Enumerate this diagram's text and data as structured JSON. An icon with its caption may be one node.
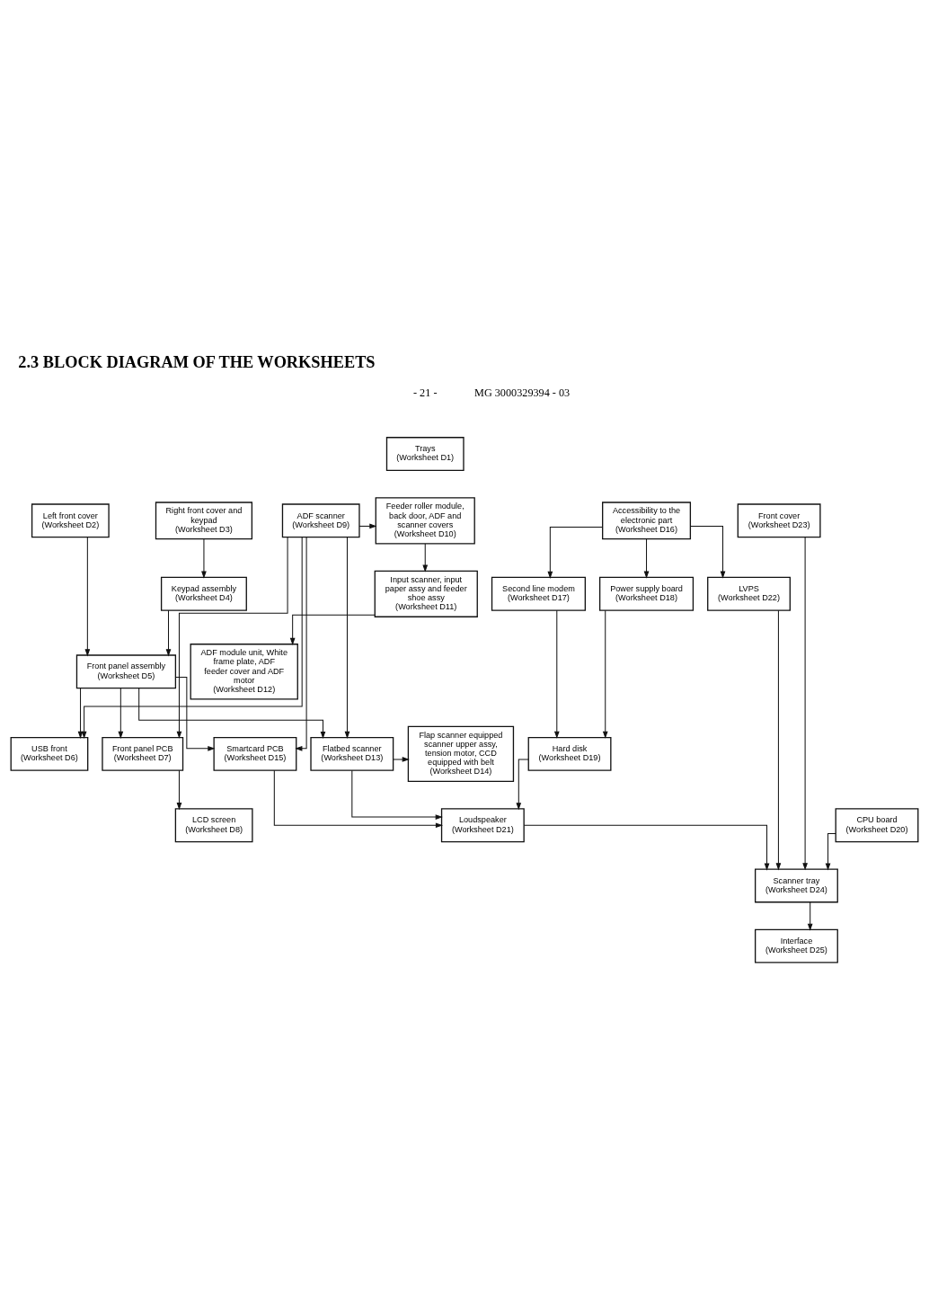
{
  "diagram": {
    "title": "2.3 BLOCK DIAGRAM OF THE WORKSHEETS",
    "nodes": [
      {
        "text": [
          "Trays",
          "(Worksheet D1)"
        ]
      },
      {
        "text": [
          "Left front cover",
          "(Worksheet D2)"
        ]
      },
      {
        "text": [
          "Right front cover and keypad",
          "(Worksheet D3)"
        ]
      },
      {
        "text": [
          "ADF scanner",
          "(Worksheet D9)"
        ]
      },
      {
        "text": [
          "Feeder roller module, back door, ADF and scanner covers",
          "(Worksheet D10)"
        ]
      },
      {
        "text": [
          "Accessibility to the electronic part",
          "(Worksheet D16)"
        ]
      },
      {
        "text": [
          "Front cover",
          "(Worksheet D23)"
        ]
      },
      {
        "text": [
          "Keypad assembly",
          "(Worksheet D4)"
        ]
      },
      {
        "text": [
          "Input scanner, input paper assy and feeder shoe assy",
          "(Worksheet D11)"
        ]
      },
      {
        "text": [
          "Second line modem",
          "(Worksheet D17)"
        ]
      },
      {
        "text": [
          "Power supply board",
          "(Worksheet D18)"
        ]
      },
      {
        "text": [
          "LVPS",
          "(Worksheet D22)"
        ]
      },
      {
        "text": [
          "Front panel assembly",
          "(Worksheet D5)"
        ]
      },
      {
        "text": [
          "ADF module unit, White frame plate, ADF feeder cover and ADF motor",
          "(Worksheet D12)"
        ]
      },
      {
        "text": [
          "USB front",
          "(Worksheet D6)"
        ]
      },
      {
        "text": [
          "Front panel PCB",
          "(Worksheet D7)"
        ]
      },
      {
        "text": [
          "Smartcard PCB",
          "(Worksheet D15)"
        ]
      },
      {
        "text": [
          "Flatbed scanner",
          "(Worksheet D13)"
        ]
      },
      {
        "text": [
          "Flap scanner equipped scanner upper assy, tension motor, CCD equipped with belt",
          "(Worksheet D14)"
        ]
      },
      {
        "text": [
          "Hard disk",
          "(Worksheet D19)"
        ]
      },
      {
        "text": [
          "LCD screen",
          "(Worksheet D8)"
        ]
      },
      {
        "text": [
          "Loudspeaker",
          "(Worksheet D21)"
        ]
      },
      {
        "text": [
          "CPU board",
          "(Worksheet D20)"
        ]
      },
      {
        "text": [
          "Scanner tray",
          "(Worksheet D24)"
        ]
      },
      {
        "text": [
          "Interface",
          "(Worksheet D25)"
        ]
      }
    ],
    "edges": [
      {
        "from": 2,
        "to": 7,
        "arrow": "to"
      },
      {
        "from": 1,
        "to": 12,
        "arrow": "to"
      },
      {
        "from": 7,
        "to": 12,
        "arrow": "to"
      },
      {
        "from": 3,
        "to": 4,
        "arrow": "to"
      },
      {
        "from": 4,
        "to": 8,
        "arrow": "to"
      },
      {
        "from": 8,
        "to": 13,
        "arrow": "to"
      },
      {
        "from": 5,
        "to": 9,
        "arrow": "to"
      },
      {
        "from": 5,
        "to": 10,
        "arrow": "to"
      },
      {
        "from": 5,
        "to": 11,
        "arrow": "to"
      },
      {
        "from": 12,
        "to": 14,
        "arrow": "to"
      },
      {
        "from": 12,
        "to": 15,
        "arrow": "to"
      },
      {
        "from": 12,
        "to": 16,
        "arrow": "to"
      },
      {
        "from": 12,
        "to": 17,
        "arrow": "to"
      },
      {
        "from": 3,
        "to": 14,
        "arrow": "to"
      },
      {
        "from": 3,
        "to": 15,
        "arrow": "to"
      },
      {
        "from": 3,
        "to": 16,
        "arrow": "to"
      },
      {
        "from": 3,
        "to": 17,
        "arrow": "to"
      },
      {
        "from": 17,
        "to": 18,
        "arrow": "to"
      },
      {
        "from": 15,
        "to": 20,
        "arrow": "to"
      },
      {
        "from": 9,
        "to": 19,
        "arrow": "to"
      },
      {
        "from": 10,
        "to": 19,
        "arrow": "to"
      },
      {
        "from": 16,
        "to": 21,
        "arrow": "to"
      },
      {
        "from": 17,
        "to": 21,
        "arrow": "to"
      },
      {
        "from": 19,
        "to": 21,
        "arrow": "to"
      },
      {
        "from": 21,
        "to": 23,
        "arrow": "to"
      },
      {
        "from": 22,
        "to": 23,
        "arrow": "to"
      },
      {
        "from": 11,
        "to": 23,
        "arrow": "to"
      },
      {
        "from": 6,
        "to": 23,
        "arrow": "to"
      },
      {
        "from": 23,
        "to": 24,
        "arrow": "to"
      }
    ],
    "labels": [
      "- 21 -",
      "MG 3000329394 - 03"
    ]
  }
}
